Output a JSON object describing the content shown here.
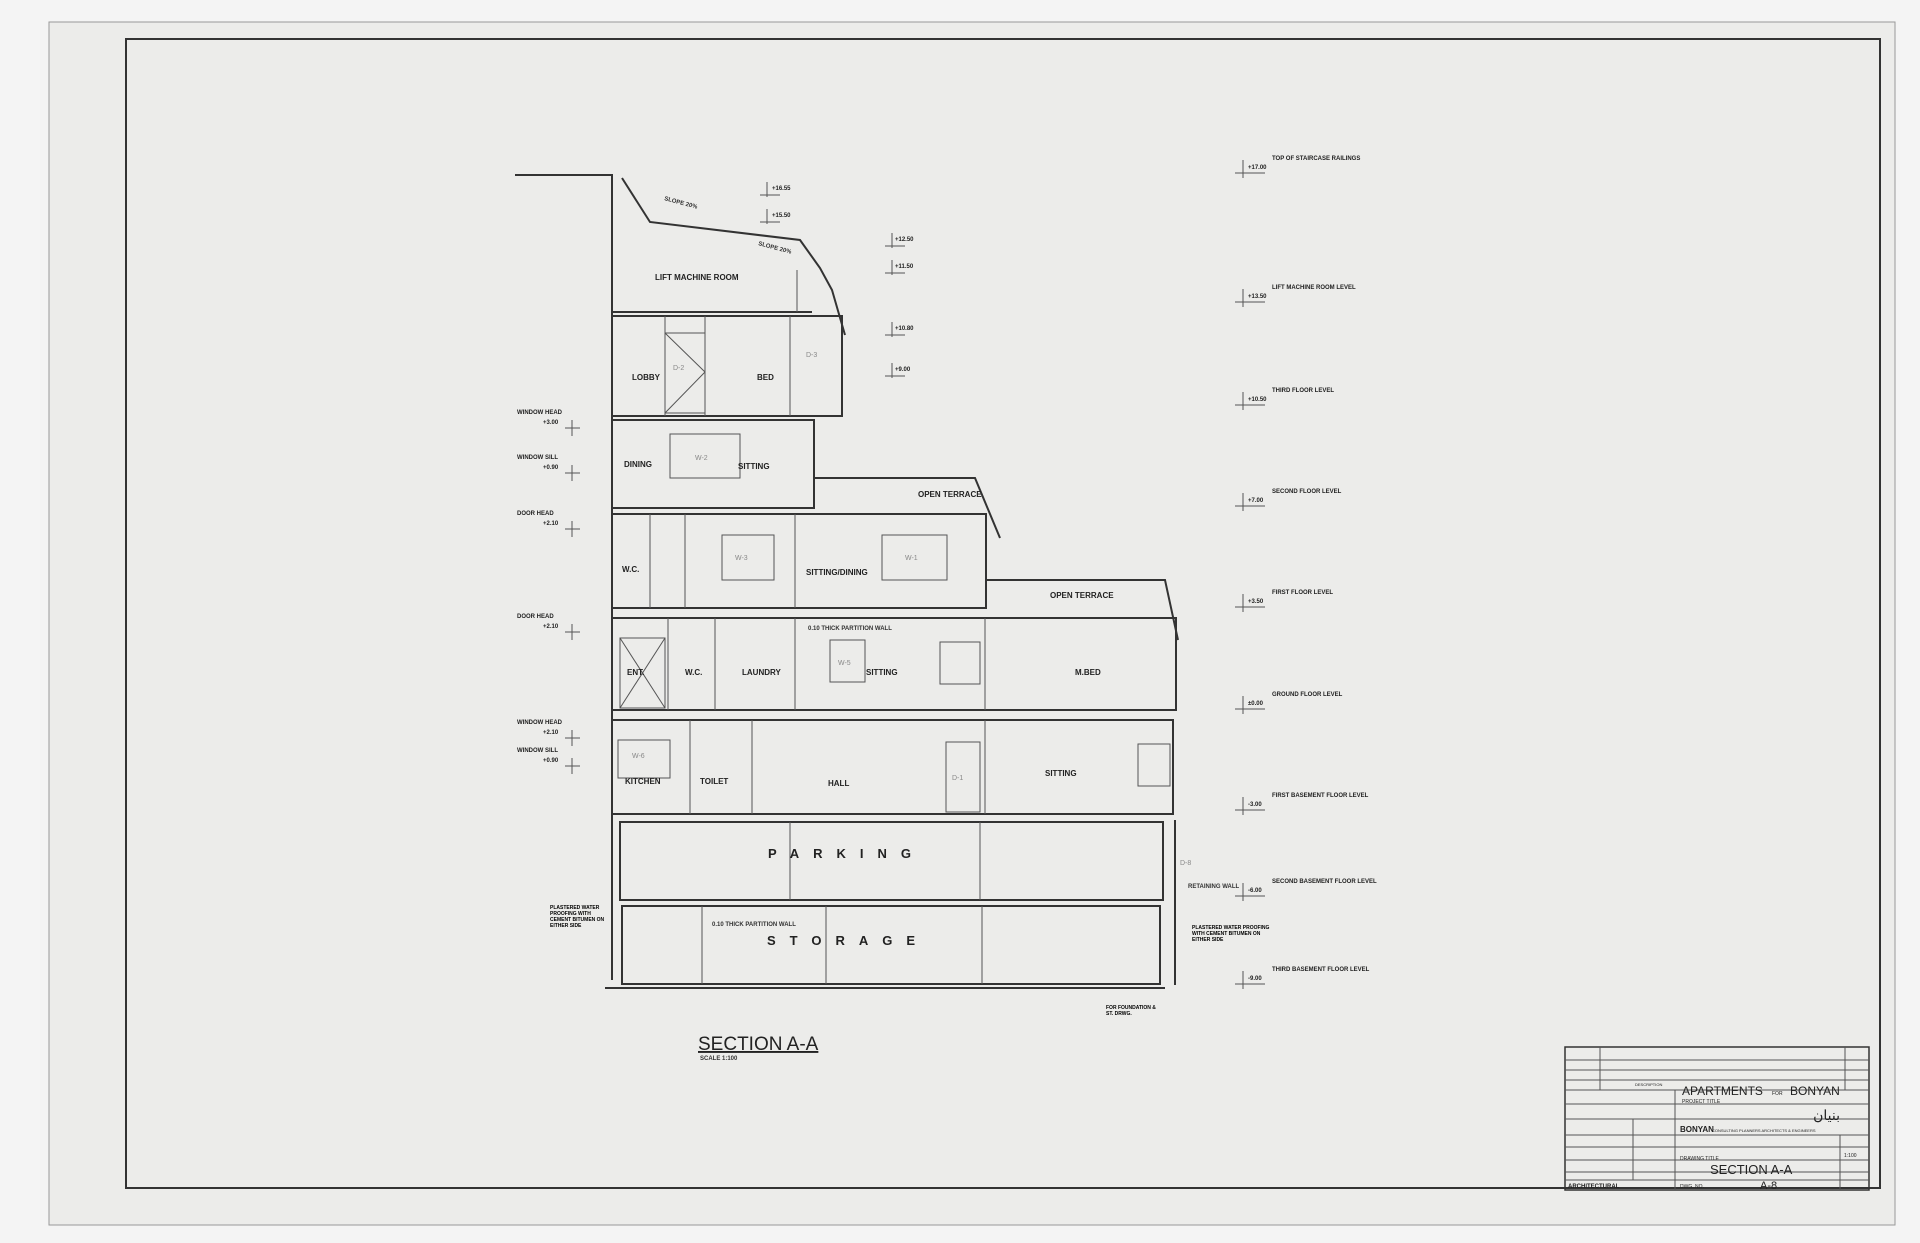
{
  "drawing": {
    "title": "SECTION A-A",
    "scale": "SCALE 1:100",
    "rooms": {
      "lift_machine_room": "LIFT MACHINE ROOM",
      "lobby": "LOBBY",
      "bed": "BED",
      "dining": "DINING",
      "sitting": "SITTING",
      "open_terrace_1": "OPEN TERRACE",
      "wc_1": "W.C.",
      "sitting_dining": "SITTING/DINING",
      "open_terrace_2": "OPEN TERRACE",
      "ent": "ENT.",
      "wc_2": "W.C.",
      "laundry": "LAUNDRY",
      "sitting_2": "SITTING",
      "m_bed": "M.BED",
      "kitchen": "KITCHEN",
      "toilet": "TOILET",
      "hall": "HALL",
      "sitting_3": "SITTING",
      "parking": "PARKING",
      "storage": "STORAGE"
    },
    "tags": {
      "d2": "D-2",
      "d3": "D-3",
      "w2": "W-2",
      "w3": "W-3",
      "w1": "W-1",
      "w5": "W-5",
      "w6": "W-6",
      "d1": "D-1",
      "d8": "D-8"
    },
    "left_notes": [
      {
        "label": "WINDOW HEAD",
        "value": "+3.00"
      },
      {
        "label": "WINDOW SILL",
        "value": "+0.90"
      },
      {
        "label": "DOOR HEAD",
        "value": "+2.10"
      },
      {
        "label": "DOOR HEAD",
        "value": "+2.10"
      },
      {
        "label": "WINDOW HEAD",
        "value": "+2.10"
      },
      {
        "label": "WINDOW SILL",
        "value": "+0.90"
      }
    ],
    "notes": {
      "slope_1": "SLOPE 20%",
      "slope_2": "SLOPE 20%",
      "partition_1": "0.10 THICK PARTITION WALL",
      "partition_2": "0.10 THICK PARTITION WALL",
      "plaster_left": "PLASTERED WATER PROOFING WITH CEMENT BITUMEN ON EITHER SIDE",
      "plaster_right": "PLASTERED WATER PROOFING WITH CEMENT BITUMEN ON EITHER SIDE",
      "foundation": "FOR FOUNDATION & ST. DRWG.",
      "retaining": "RETAINING WALL"
    },
    "levels": [
      {
        "value": "+17.00",
        "label": "TOP OF STAIRCASE RAILINGS"
      },
      {
        "value": "+13.50",
        "label": "LIFT MACHINE ROOM LEVEL"
      },
      {
        "value": "+10.50",
        "label": "THIRD FLOOR LEVEL"
      },
      {
        "value": "+7.00",
        "label": "SECOND FLOOR LEVEL"
      },
      {
        "value": "+3.50",
        "label": "FIRST FLOOR LEVEL"
      },
      {
        "value": "±0.00",
        "label": "GROUND FLOOR LEVEL"
      },
      {
        "value": "-3.00",
        "label": "FIRST BASEMENT FLOOR LEVEL"
      },
      {
        "value": "-6.00",
        "label": "SECOND BASEMENT FLOOR LEVEL"
      },
      {
        "value": "-9.00",
        "label": "THIRD BASEMENT FLOOR LEVEL"
      }
    ],
    "top_levels": [
      "+16.55",
      "+15.50",
      "+12.50",
      "+11.50",
      "+10.80",
      "+9.00"
    ]
  },
  "title_block": {
    "project": "APARTMENTS",
    "for": "FOR",
    "client": "BONYAN",
    "project_title_label": "PROJECT TITLE",
    "firm": "BONYAN",
    "firm_desc": "CONSULTING PLANNERS ARCHITECTS & ENGINEERS",
    "firm_arabic": "بنيان",
    "drawing_title_label": "DRAWING TITLE",
    "drawing_title": "SECTION A-A",
    "dwg_no_label": "DWG. NO.",
    "dwg_no": "A-8",
    "discipline": "ARCHITECTURAL",
    "description_label": "DESCRIPTION",
    "scale": "1:100"
  }
}
